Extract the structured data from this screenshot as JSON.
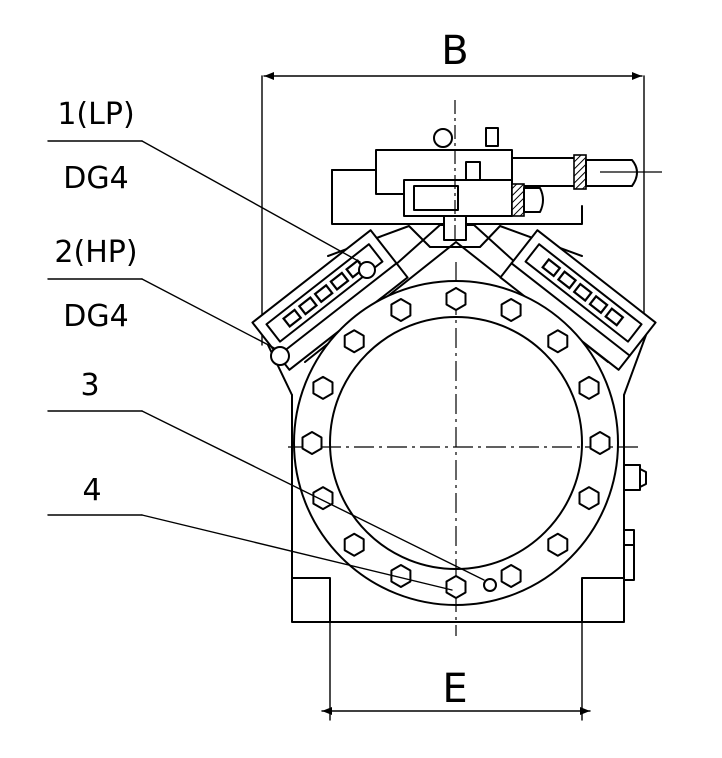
{
  "dimensions": {
    "width_label": "B",
    "foot_label": "E"
  },
  "callouts": [
    {
      "label": "1(LP)",
      "sublabel": "DG4"
    },
    {
      "label": "2(HP)",
      "sublabel": "DG4"
    },
    {
      "label": "3",
      "sublabel": ""
    },
    {
      "label": "4",
      "sublabel": ""
    }
  ]
}
